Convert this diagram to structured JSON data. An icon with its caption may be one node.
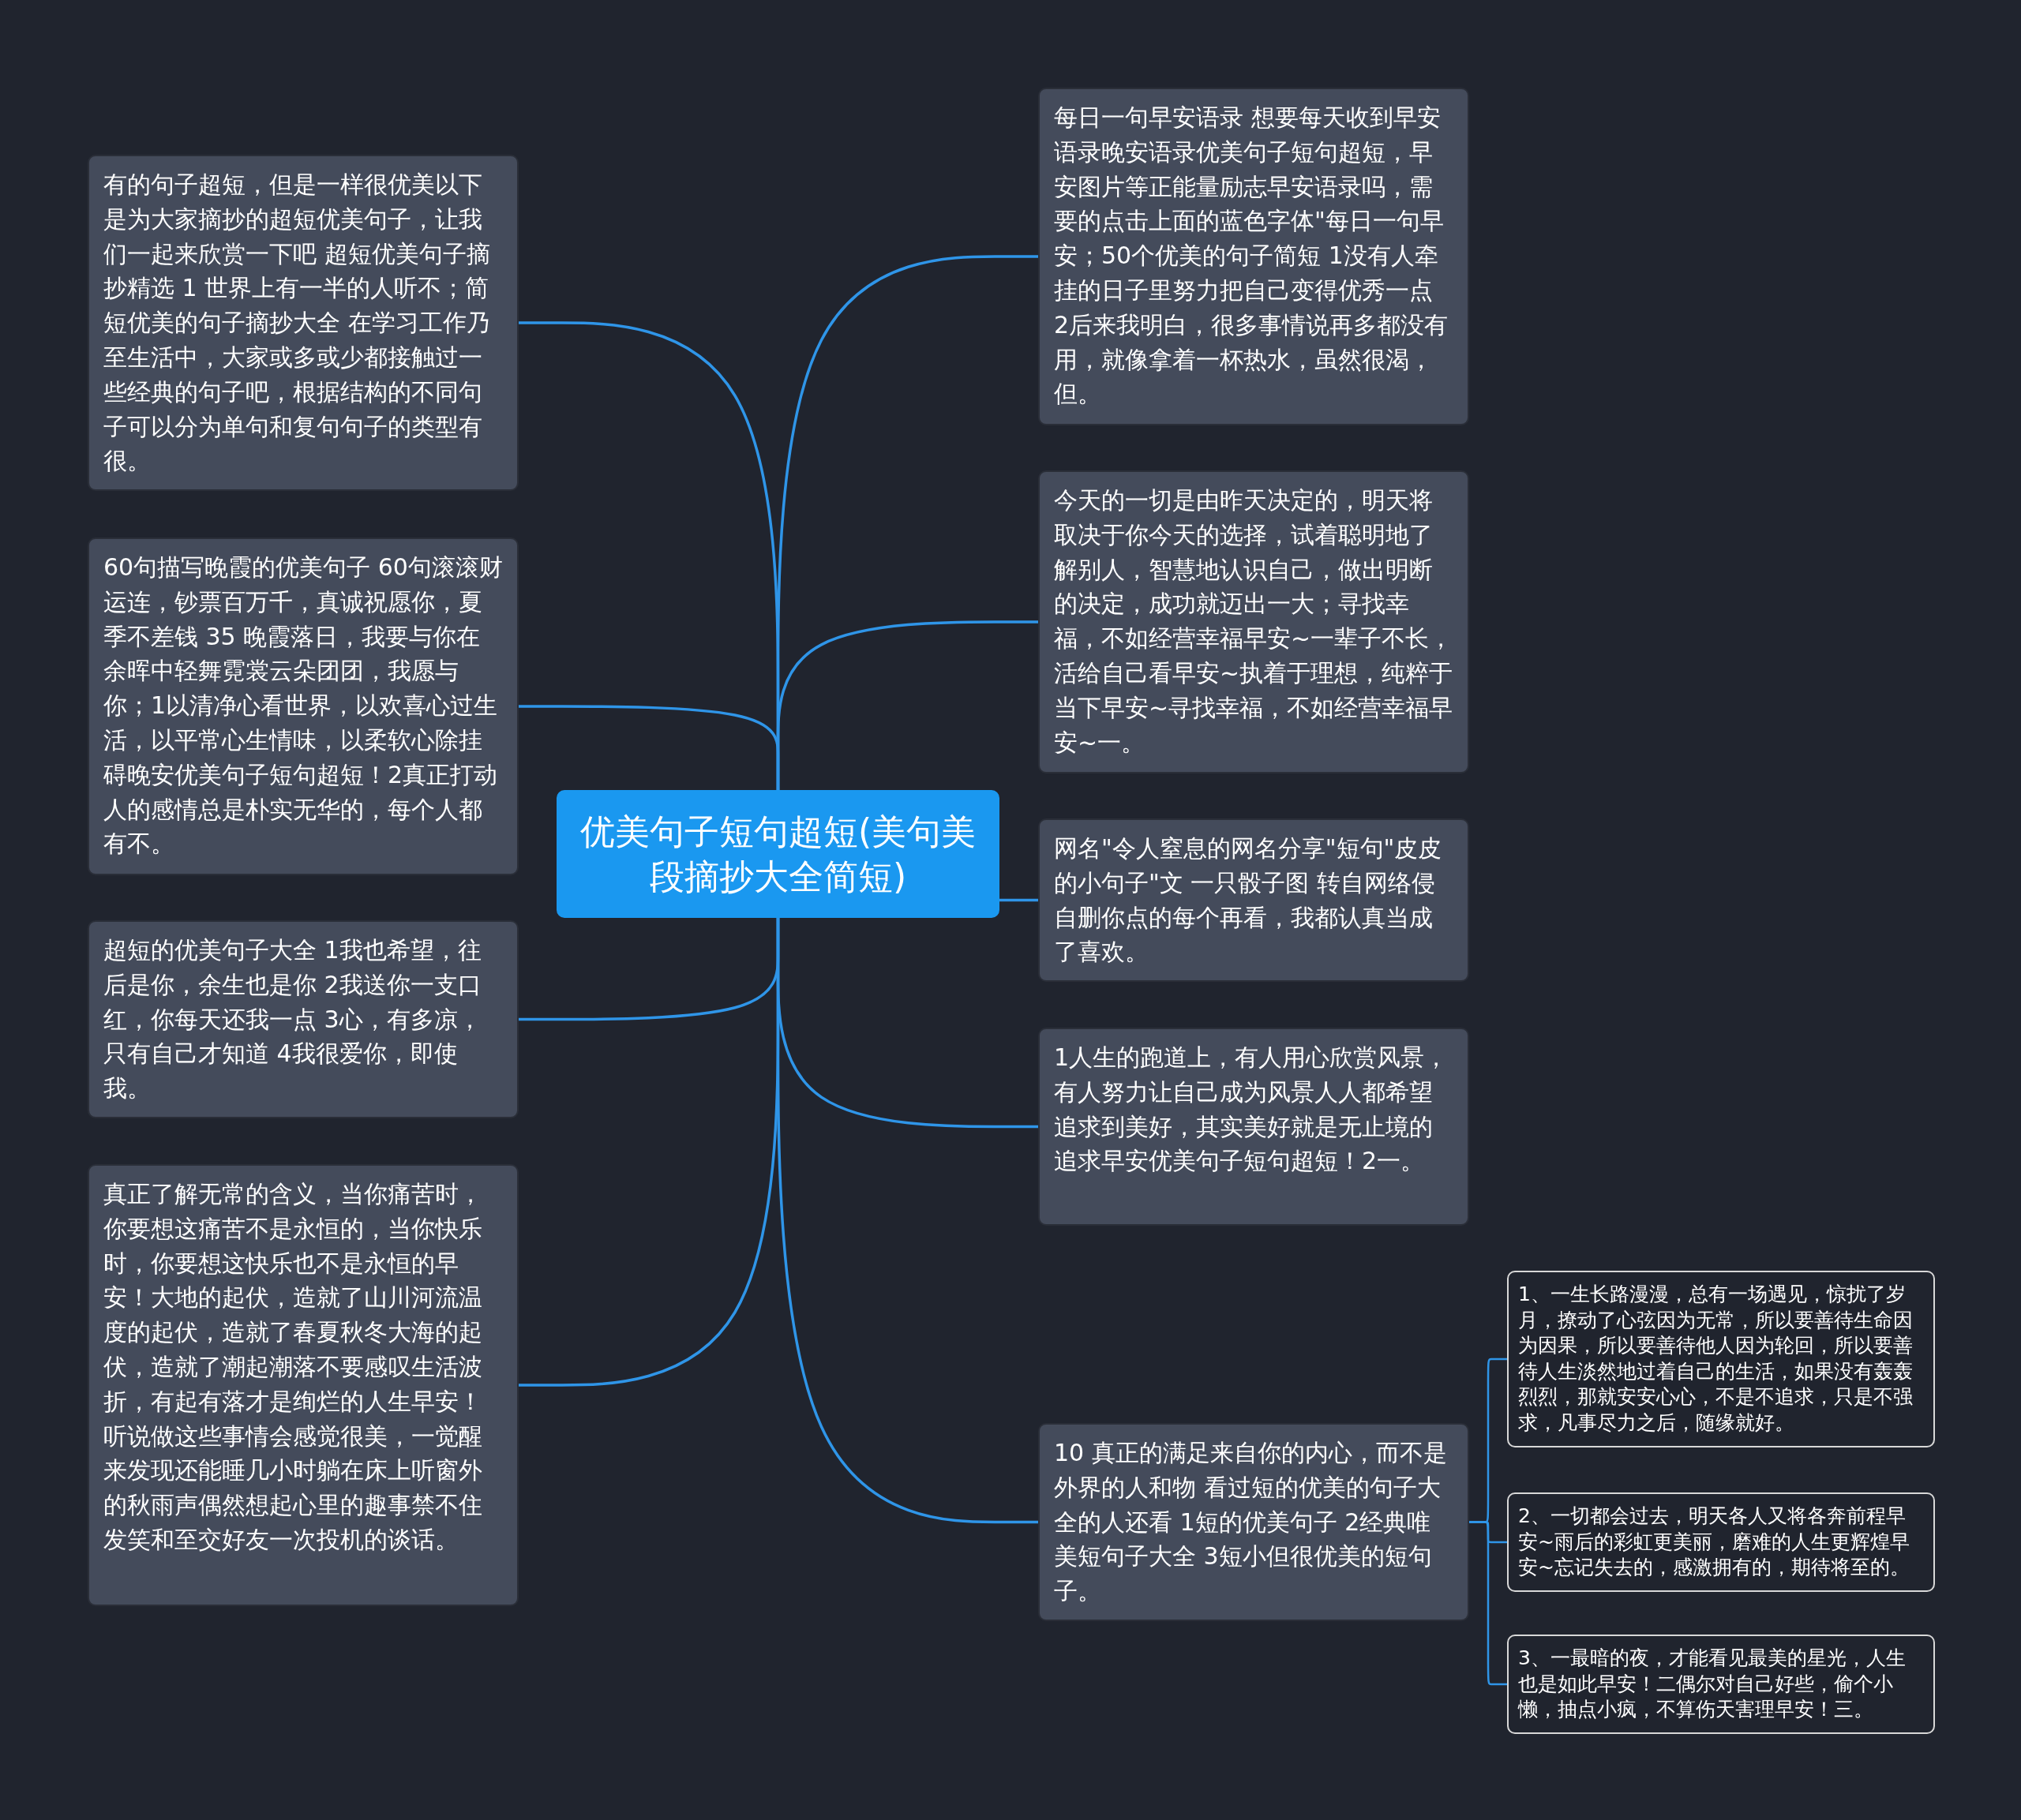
{
  "diagram": {
    "nodes": [
      {
        "text": [
          "优美句子短句超短(美句美段摘抄大全简短)"
        ]
      },
      {
        "text": [
          "每日一句早安语录 想要每天收到早安语录晚安语录优美句子短句超短，早安图片等正能量励志早安语录吗，需要的点击上面的蓝色字体\"每日一句早安；50个优美的句子简短 1没有人牵挂的日子里努力把自己变得优秀一点 2后来我明白，很多事情说再多都没有用，就像拿着一杯热水，虽然很渴，但。"
        ]
      },
      {
        "text": [
          "今天的一切是由昨天决定的，明天将取决于你今天的选择，试着聪明地了解别人，智慧地认识自己，做出明断的决定，成功就迈出一大；寻找幸福，不如经营幸福早安~一辈子不长，活给自己看早安~执着于理想，纯粹于当下早安~寻找幸福，不如经营幸福早安~一。"
        ]
      },
      {
        "text": [
          "网名\"令人窒息的网名分享\"短句\"皮皮的小句子\"文 一只骰子图 转自网络侵自删你点的每个再看，我都认真当成了喜欢。"
        ]
      },
      {
        "text": [
          "1人生的跑道上，有人用心欣赏风景，有人努力让自己成为风景人人都希望追求到美好，其实美好就是无止境的追求早安优美句子短句超短！2一。"
        ]
      },
      {
        "text": [
          "10 真正的满足来自你的内心，而不是外界的人和物 看过短的优美的句子大全的人还看 1短的优美句子 2经典唯美短句子大全 3短小但很优美的短句子。"
        ]
      },
      {
        "text": [
          "1、一生长路漫漫，总有一场遇见，惊扰了岁月，撩动了心弦因为无常，所以要善待生命因为因果，所以要善待他人因为轮回，所以要善待人生淡然地过着自己的生活，如果没有轰轰烈烈，那就安安心心，不是不追求，只是不强求，凡事尽力之后，随缘就好。"
        ]
      },
      {
        "text": [
          "2、一切都会过去，明天各人又将各奔前程早安~雨后的彩虹更美丽，磨难的人生更辉煌早安~忘记失去的，感激拥有的，期待将至的。"
        ]
      },
      {
        "text": [
          "3、一最暗的夜，才能看见最美的星光，人生也是如此早安！二偶尔对自己好些，偷个小懒，抽点小疯，不算伤天害理早安！三。"
        ]
      },
      {
        "text": [
          "有的句子超短，但是一样很优美以下是为大家摘抄的超短优美句子，让我们一起来欣赏一下吧 超短优美句子摘抄精选 1 世界上有一半的人听不；简短优美的句子摘抄大全 在学习工作乃至生活中，大家或多或少都接触过一些经典的句子吧，根据结构的不同句子可以分为单句和复句句子的类型有很。"
        ]
      },
      {
        "text": [
          "60句描写晚霞的优美句子 60句滚滚财运连，钞票百万千，真诚祝愿你，夏季不差钱 35 晚霞落日，我要与你在余晖中轻舞霓裳云朵团团，我愿与你；1以清净心看世界，以欢喜心过生活，以平常心生情味，以柔软心除挂碍晚安优美句子短句超短！2真正打动人的感情总是朴实无华的，每个人都有不。"
        ]
      },
      {
        "text": [
          "超短的优美句子大全 1我也希望，往后是你，余生也是你 2我送你一支口红，你每天还我一点 3心，有多凉，只有自己才知道 4我很爱你，即使我。"
        ]
      },
      {
        "text": [
          "真正了解无常的含义，当你痛苦时，你要想这痛苦不是永恒的，当你快乐时，你要想这快乐也不是永恒的早安！大地的起伏，造就了山川河流温度的起伏，造就了春夏秋冬大海的起伏，造就了潮起潮落不要感叹生活波折，有起有落才是绚烂的人生早安！听说做这些事情会感觉很美，一觉醒来发现还能睡几小时躺在床上听窗外的秋雨声偶然想起心里的趣事禁不住发笑和至交好友一次投机的谈话。"
        ]
      }
    ],
    "edges": [
      {
        "from": 0,
        "to": 1,
        "arrow": "none"
      },
      {
        "from": 0,
        "to": 2,
        "arrow": "none"
      },
      {
        "from": 0,
        "to": 3,
        "arrow": "none"
      },
      {
        "from": 0,
        "to": 4,
        "arrow": "none"
      },
      {
        "from": 0,
        "to": 5,
        "arrow": "none"
      },
      {
        "from": 5,
        "to": 6,
        "arrow": "none"
      },
      {
        "from": 5,
        "to": 7,
        "arrow": "none"
      },
      {
        "from": 5,
        "to": 8,
        "arrow": "none"
      },
      {
        "from": 0,
        "to": 9,
        "arrow": "none"
      },
      {
        "from": 0,
        "to": 10,
        "arrow": "none"
      },
      {
        "from": 0,
        "to": 11,
        "arrow": "none"
      },
      {
        "from": 0,
        "to": 12,
        "arrow": "none"
      }
    ]
  }
}
